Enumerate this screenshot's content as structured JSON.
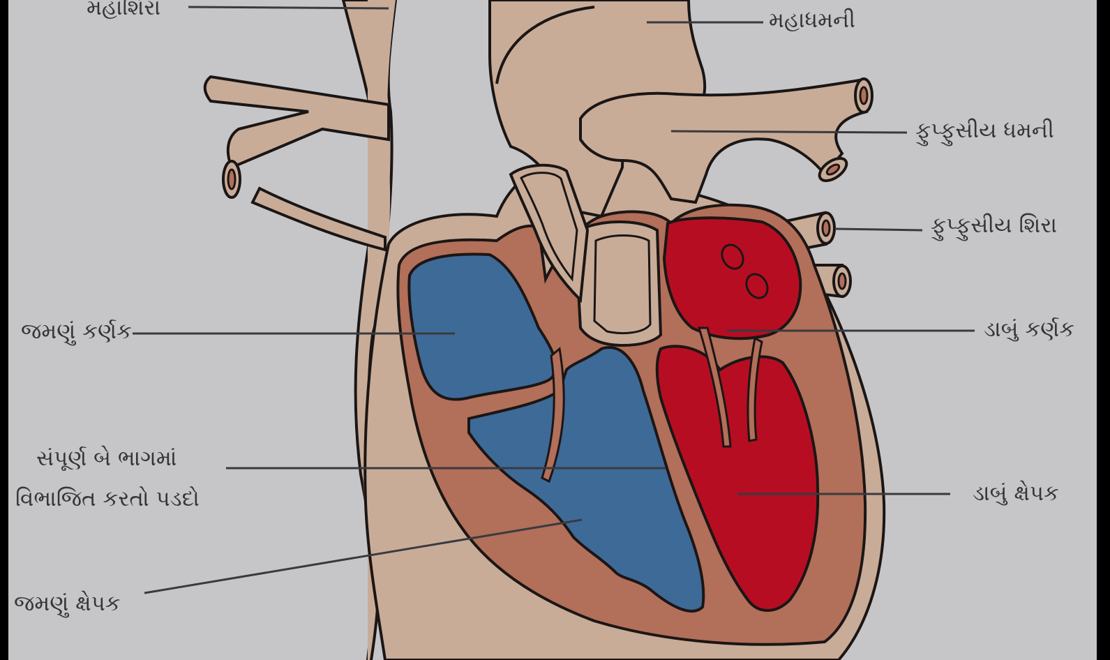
{
  "diagram": {
    "colors": {
      "background": "#c6c6c8",
      "tissue": "#c8ac98",
      "wall": "#b26f59",
      "deoxygenated": "#3e6a98",
      "oxygenated": "#b70d22",
      "outline": "#1b1615",
      "leader": "#3a3a3e"
    },
    "labels": {
      "vena_cava": "મહાશિરા",
      "aorta": "મહાધમની",
      "pulmonary_artery": "ફુપ્ફુસીય ધમની",
      "pulmonary_vein": "ફુપ્ફુસીય શિરા",
      "right_atrium": "જમણું કર્ણક",
      "left_atrium": "ડાબું કર્ણક",
      "septum_line1": "સંપૂર્ણ બે ભાગમાં",
      "septum_line2": "વિભાજિત કરતો પડદો",
      "left_ventricle": "ડાબું ક્ષેપક",
      "right_ventricle": "જમણું ક્ષેપક"
    }
  }
}
